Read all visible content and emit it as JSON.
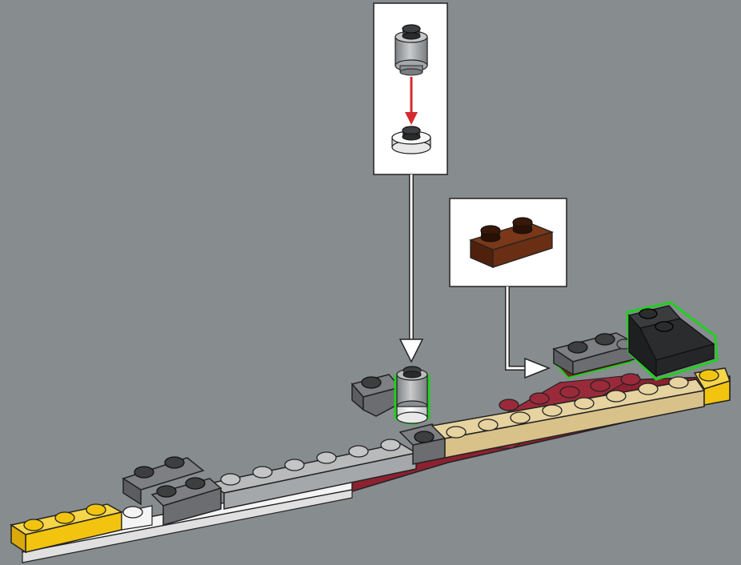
{
  "page": {
    "background_color": "#878c8f"
  },
  "callouts": [
    {
      "name": "callout-round-brick",
      "parts": [
        "round-brick-1x1-light-gray",
        "round-plate-1x1-white"
      ],
      "shows_assembly_arrow": true,
      "arrow_color": "#d42a2f"
    },
    {
      "name": "callout-plate-1x2",
      "parts": [
        "plate-1x2-reddish-brown"
      ]
    }
  ],
  "colors": {
    "yellow": "#f2c40f",
    "white": "#f4f4f4",
    "light_gray": "#a5a8aa",
    "dark_gray": "#6b6d70",
    "tan": "#d9c28a",
    "dark_red": "#8c2130",
    "black": "#222222",
    "reddish_brown": "#6a2e14",
    "highlight": "#1fd11f"
  }
}
